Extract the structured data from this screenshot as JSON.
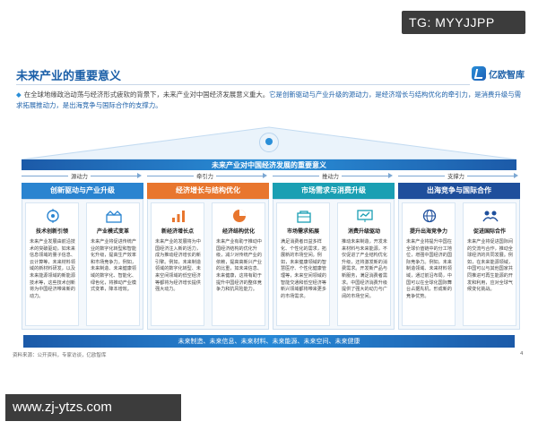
{
  "overlay": {
    "tg_handle": "TG: MYYJJPP",
    "site_url": "www.zj-ytzs.com"
  },
  "slide": {
    "title": "未来产业的重要意义",
    "brand": "亿欧智库",
    "intro_plain": "在全球地缘政治动荡与经济形式疲软的背景下，未来产业对中国经济发展意义重大。",
    "intro_emphasis": "它是创新驱动与产业升级的源动力，是经济增长与结构优化的牵引力，是消费升级与需求拓展推动力，是出海竞争与国际合作的支撑力。",
    "roof_title": "未来产业对中国经济发展的重要意义",
    "flow_labels": [
      "源动力",
      "牵引力",
      "推动力",
      "支撑力"
    ],
    "columns": [
      {
        "title": "创新驱动与产业升级",
        "color": "#2a84d0",
        "cards": [
          {
            "icon": "tech-innovation-icon",
            "title": "技术创新引领",
            "body": "未来产业发展由前沿技术的突破驱动，如未来信息领域的量子信息、云计算等，未来材料领域的新材料研发，以及未来能源领域的新能源技术等，这些技术创新将为中国经济带来新的动力。"
          },
          {
            "icon": "industry-transform-icon",
            "title": "产业模式变革",
            "body": "未来产业将促进传统产业的数字化转型和智能化升级，提高生产效率和市场竞争力。例如，未来制造、未来健康领域的数字化、智能化、绿色化，将推动产业模式变革，降本增效。"
          }
        ]
      },
      {
        "title": "经济增长与结构优化",
        "color": "#e8762e",
        "cards": [
          {
            "icon": "growth-point-icon",
            "title": "新经济增长点",
            "body": "未来产业的发展将为中国经济注入新的活力，成为推动经济增长的新引擎。例如，未来制造领域的数字化转型、未来空间领域的低空经济等都将为经济增长提供强大动力。"
          },
          {
            "icon": "structure-optimize-icon",
            "title": "经济结构优化",
            "body": "未来产业有助于推动中国经济结构的优化升级，减少对传统产业的依赖，提高高新兴产业的比重，如未来信息、未来健康，这将有助于提升中国经济的整体竞争力和抗风险能力。"
          }
        ]
      },
      {
        "title": "市场需求与消费升级",
        "color": "#1a9fb3",
        "cards": [
          {
            "icon": "market-demand-icon",
            "title": "市场需求拓展",
            "body": "满足消费者日益多样化、个性化的需求，拓展新的市场空间。例如，未来健康领域的智慧医疗、个性化健康管理等，未来空间领域的智能交通和低空经济等新兴领域都将带来更多的市场需求。"
          },
          {
            "icon": "consumption-upgrade-icon",
            "title": "消费升级驱动",
            "body": "推动未来制造，开发未来材料与未来能源，不仅促进了产业结构优化升级，还将激发新的消费需求。开发新产品与新服务，满足消费者需求。中国经济消费升级提供了强大的动力与广阔的市场空间。"
          }
        ]
      },
      {
        "title": "出海竞争与国际合作",
        "color": "#1e4f9c",
        "cards": [
          {
            "icon": "global-competitiveness-icon",
            "title": "提升出海竞争力",
            "body": "未来产业将提升中国在全球价值链中的分工地位，增强中国经济的国际竞争力。例如，未来制造领域、未来材料领域，通过前沿布局，中国可以在全球化国际舞台占据先机，形成新的竞争优势。"
          },
          {
            "icon": "international-cooperation-icon",
            "title": "促进国际合作",
            "body": "未来产业将促进国际间的交流与合作，推动全球经济的共同发展。例如，在未来能源领域，中国可以与其他国家共同推进可再生能源的开发和利用，应对全球气候变化挑战。"
          }
        ]
      }
    ],
    "bottom_bar": "未来制造、未来信息、未来材料、未来能源、未来空间、未来健康",
    "source": "资料来源：公开资料，专家访谈，亿欧智库",
    "page_number": "4"
  }
}
